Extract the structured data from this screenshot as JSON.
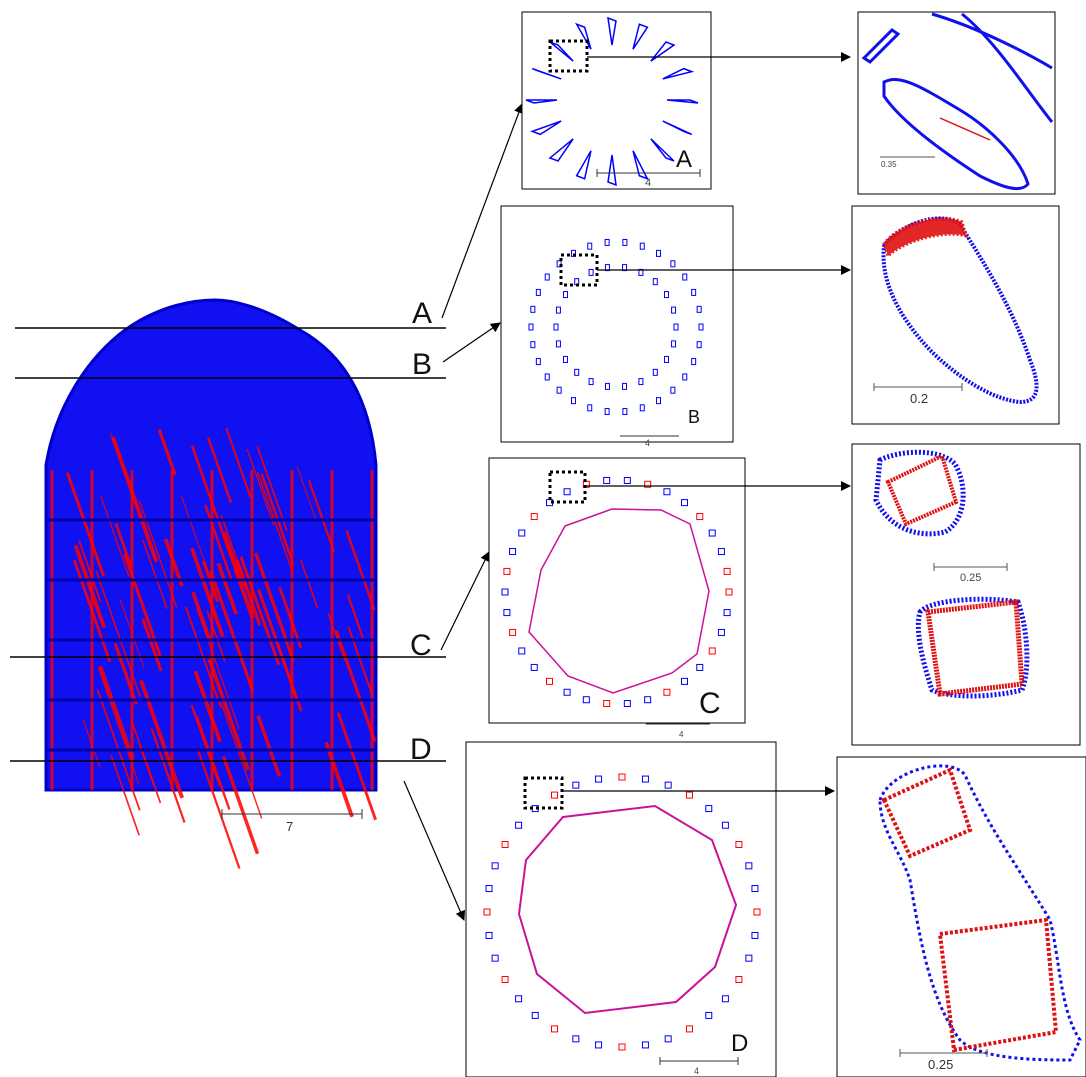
{
  "figure": {
    "colors": {
      "series_a": "#ff0000",
      "series_b": "#0000ff",
      "lines": "#000000"
    },
    "main_view": {
      "scale_label": "7"
    },
    "sections": [
      {
        "id": "A",
        "label": "A",
        "scale_label": "4",
        "zoom_scale_label": "0.35"
      },
      {
        "id": "B",
        "label": "B",
        "scale_label": "4",
        "zoom_scale_label": "0.2"
      },
      {
        "id": "C",
        "label": "C",
        "scale_label": "4",
        "zoom_scale_label": "0.25"
      },
      {
        "id": "D",
        "label": "D",
        "scale_label": "4",
        "zoom_scale_label": "0.25"
      }
    ]
  }
}
